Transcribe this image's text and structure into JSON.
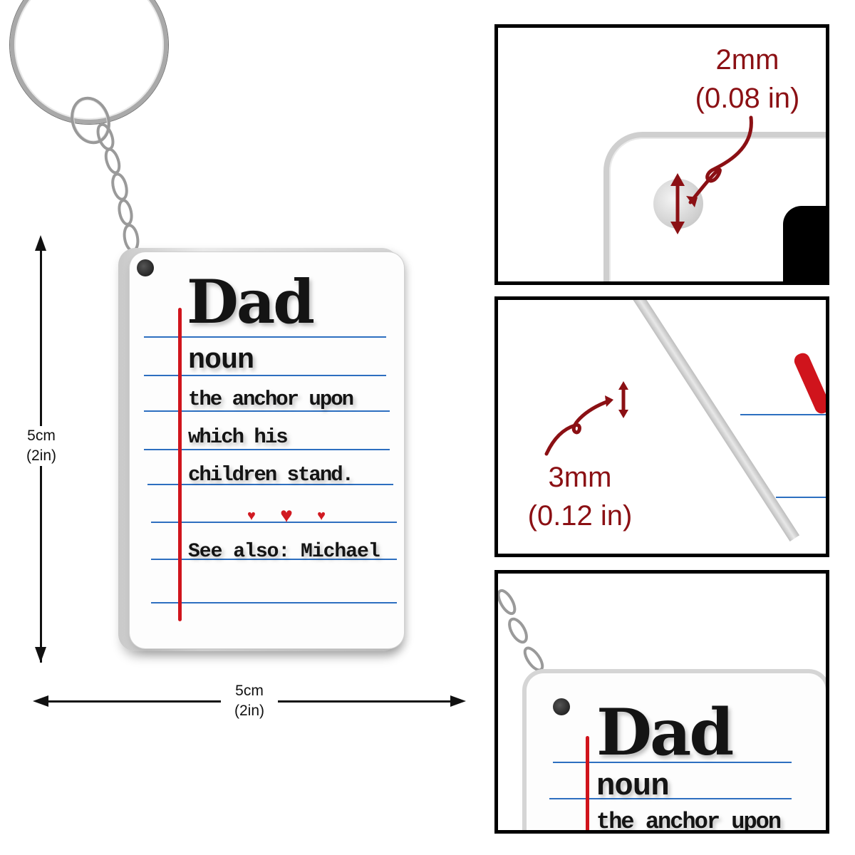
{
  "product": {
    "type": "acrylic keychain",
    "card": {
      "title": "Dad",
      "part_of_speech": "noun",
      "definition_lines": [
        "the anchor upon",
        "which his",
        "children stand."
      ],
      "see_also": "See also: Michael",
      "hearts": [
        "small-heart",
        "large-heart",
        "small-heart"
      ]
    }
  },
  "dimensions": {
    "height": {
      "metric": "5cm",
      "imperial": "(2in)"
    },
    "width": {
      "metric": "5cm",
      "imperial": "(2in)"
    }
  },
  "details": [
    {
      "name": "hole-size",
      "metric": "2mm",
      "imperial": "(0.08 in)"
    },
    {
      "name": "thickness",
      "metric": "3mm",
      "imperial": "(0.12 in)"
    },
    {
      "name": "closeup",
      "title": "Dad",
      "part_of_speech": "noun",
      "partial_line": "the anchor upon"
    }
  ],
  "colors": {
    "annotation_red": "#8b1014",
    "margin_red": "#d0141c",
    "rule_blue": "#2d6fc0",
    "heart_red": "#d11a22",
    "text_black": "#141414",
    "panel_border": "#000000"
  }
}
